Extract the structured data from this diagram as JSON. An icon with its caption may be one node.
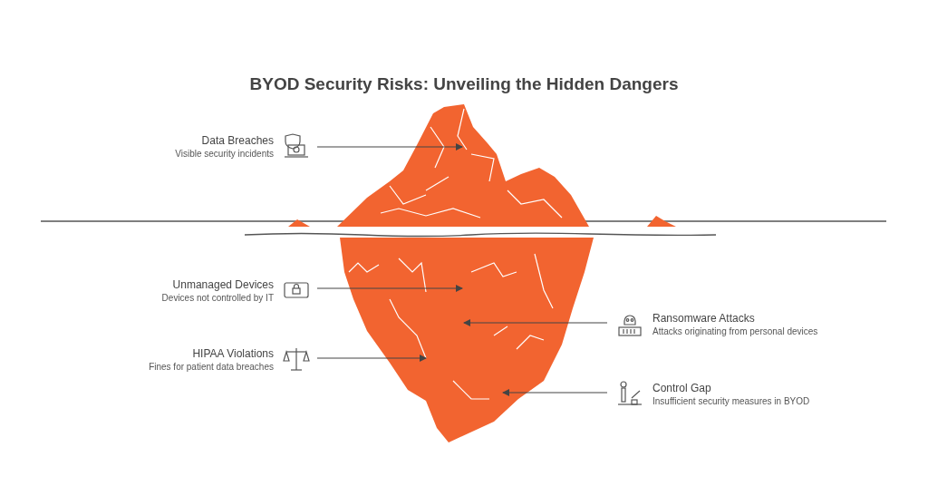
{
  "diagram": {
    "title": "BYOD Security Risks: Unveiling the Hidden Dangers",
    "nodes": [
      {
        "text": [],
        "shape": "picture"
      },
      {
        "text": [],
        "shape": "picture"
      },
      {
        "text": [
          "Data Breaches",
          "Visible security incidents"
        ]
      },
      {
        "text": [
          "Unmanaged Devices",
          "Devices not controlled by IT"
        ]
      },
      {
        "text": [
          "Ransomware Attacks",
          "Attacks originating from personal devices"
        ]
      },
      {
        "text": [
          "HIPAA Violations",
          "Fines for patient data breaches"
        ]
      },
      {
        "text": [
          "Control Gap",
          "Insufficient security measures in BYOD"
        ]
      }
    ],
    "edges": [
      {
        "from": 2,
        "to": 0,
        "arrow": "to"
      },
      {
        "from": 3,
        "to": 1,
        "arrow": "to"
      },
      {
        "from": 4,
        "to": 1,
        "arrow": "to"
      },
      {
        "from": 5,
        "to": 1,
        "arrow": "to"
      },
      {
        "from": 6,
        "to": 1,
        "arrow": "to"
      }
    ]
  }
}
